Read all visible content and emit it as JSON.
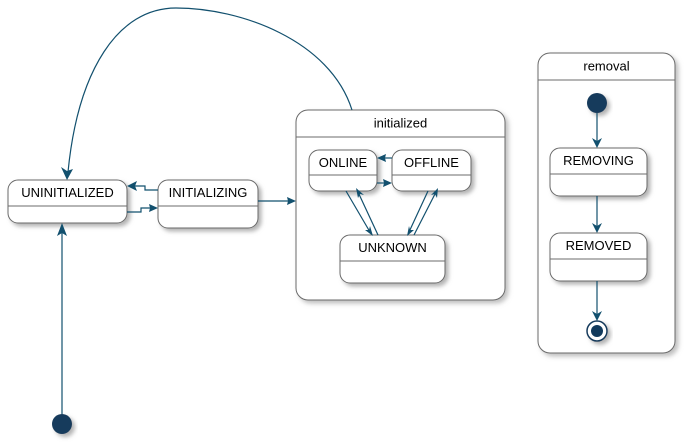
{
  "diagram": {
    "kind": "uml-state-machine",
    "title": "",
    "background": "#ffffff",
    "edge_color": "#12506e",
    "node_fill": "#ffffff",
    "node_stroke": "#6b6b6b",
    "initial_node_color": "#123a5c",
    "final_node_color": "#123a5c"
  },
  "states": {
    "uninitialized": {
      "label": "UNINITIALIZED"
    },
    "initializing": {
      "label": "INITIALIZING"
    },
    "online": {
      "label": "ONLINE"
    },
    "offline": {
      "label": "OFFLINE"
    },
    "unknown": {
      "label": "UNKNOWN"
    },
    "removing": {
      "label": "REMOVING"
    },
    "removed": {
      "label": "REMOVED"
    }
  },
  "groups": {
    "initialized": {
      "label": "initialized"
    },
    "removal": {
      "label": "removal"
    }
  },
  "nodes": {
    "start_main": {
      "label": "",
      "type": "initial"
    },
    "start_removal": {
      "label": "",
      "type": "initial"
    },
    "end_removal": {
      "label": "",
      "type": "final"
    }
  },
  "transitions": [
    {
      "from": "start_main",
      "to": "uninitialized",
      "label": ""
    },
    {
      "from": "uninitialized",
      "to": "initializing",
      "label": ""
    },
    {
      "from": "initializing",
      "to": "uninitialized",
      "label": ""
    },
    {
      "from": "initializing",
      "to": "initialized",
      "label": ""
    },
    {
      "from": "initialized",
      "to": "uninitialized",
      "label": ""
    },
    {
      "from": "offline",
      "to": "online",
      "label": ""
    },
    {
      "from": "online",
      "to": "offline",
      "label": ""
    },
    {
      "from": "online",
      "to": "unknown",
      "label": ""
    },
    {
      "from": "unknown",
      "to": "online",
      "label": ""
    },
    {
      "from": "offline",
      "to": "unknown",
      "label": ""
    },
    {
      "from": "unknown",
      "to": "offline",
      "label": ""
    },
    {
      "from": "start_removal",
      "to": "removing",
      "label": ""
    },
    {
      "from": "removing",
      "to": "removed",
      "label": ""
    },
    {
      "from": "removed",
      "to": "end_removal",
      "label": ""
    }
  ]
}
